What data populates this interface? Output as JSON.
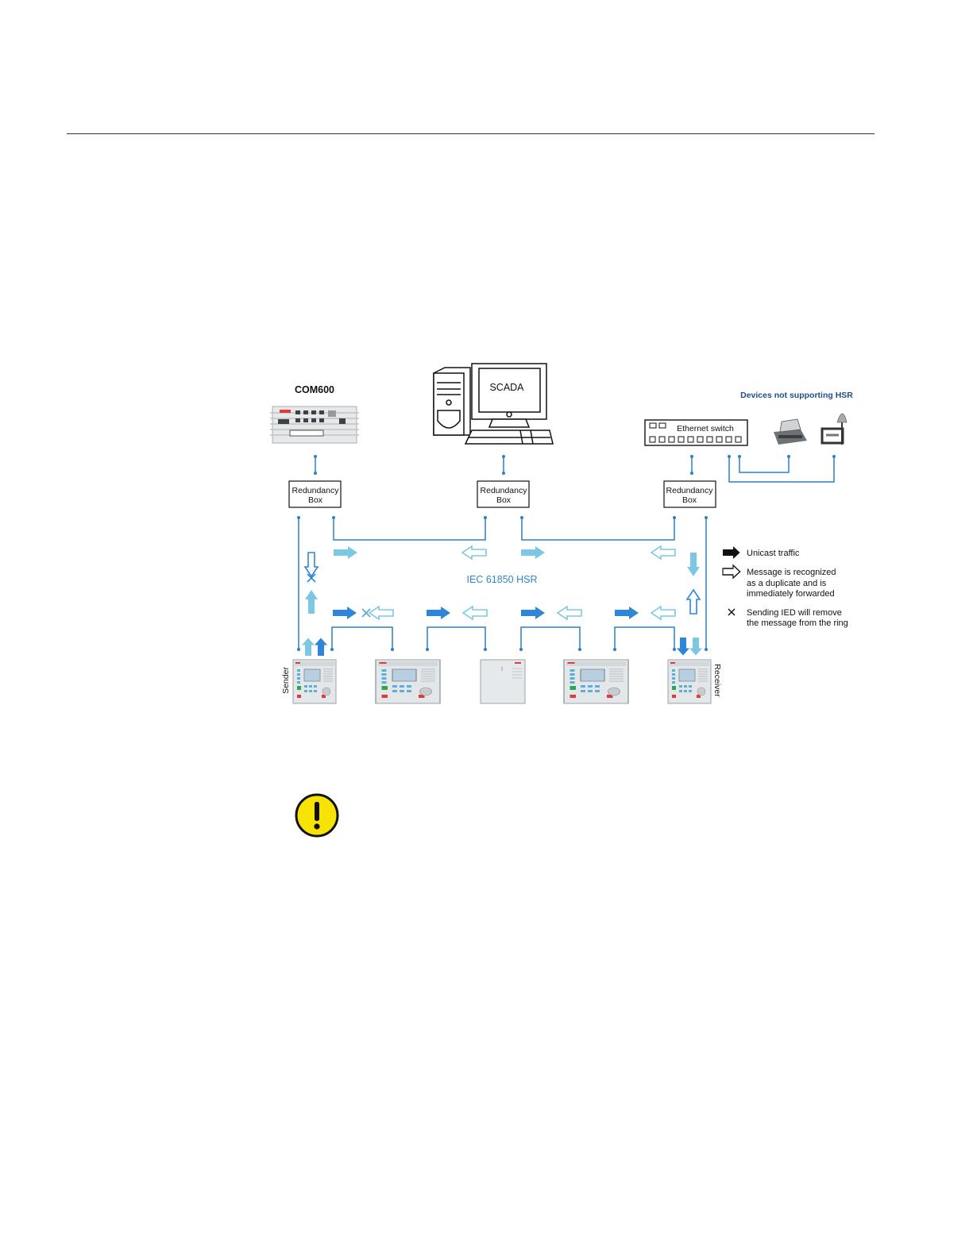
{
  "diagram": {
    "com600_label": "COM600",
    "scada_label": "SCADA",
    "non_hsr_label": "Devices not supporting HSR",
    "ethernet_switch_label": "Ethernet switch",
    "redbox_line1": "Redundancy",
    "redbox_line2": "Box",
    "ring_label": "IEC 61850 HSR",
    "sender_label": "Sender",
    "receiver_label": "Receiver",
    "legend": {
      "unicast": "Unicast traffic",
      "duplicate_1": "Message is recognized",
      "duplicate_2": "as a duplicate and is",
      "duplicate_3": "immediately forwarded",
      "remove_1": "Sending IED will remove",
      "remove_2": "the message from the ring"
    },
    "colors": {
      "line": "#2f7fc1",
      "arrow_dark": "#2f86d6",
      "arrow_light": "#7cc8e3",
      "ring_text": "#2f86c9",
      "non_hsr_text": "#1f4e8c",
      "caution_yellow": "#f7e300"
    }
  },
  "caution_icon": "caution-icon"
}
